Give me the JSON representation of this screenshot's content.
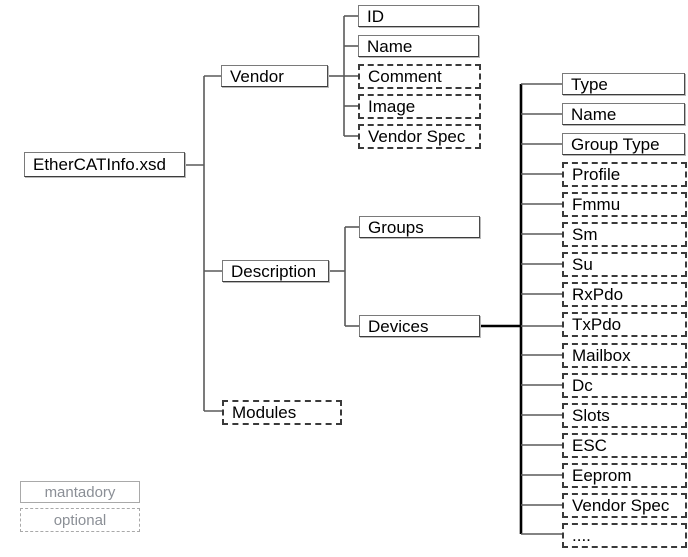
{
  "diagram": {
    "title_node": "EtherCATInfo.xsd",
    "root": {
      "label": "EtherCATInfo.xsd",
      "type": "mandatory"
    },
    "level1": [
      {
        "label": "Vendor",
        "type": "mandatory"
      },
      {
        "label": "Description",
        "type": "mandatory"
      },
      {
        "label": "Modules",
        "type": "optional"
      }
    ],
    "vendor_children": [
      {
        "label": "ID",
        "type": "mandatory"
      },
      {
        "label": "Name",
        "type": "mandatory"
      },
      {
        "label": "Comment",
        "type": "optional"
      },
      {
        "label": "Image",
        "type": "optional"
      },
      {
        "label": "Vendor Spec",
        "type": "optional"
      }
    ],
    "description_children": [
      {
        "label": "Groups",
        "type": "mandatory"
      },
      {
        "label": "Devices",
        "type": "mandatory"
      }
    ],
    "device_children": [
      {
        "label": "Type",
        "type": "mandatory"
      },
      {
        "label": "Name",
        "type": "mandatory"
      },
      {
        "label": "Group Type",
        "type": "mandatory"
      },
      {
        "label": "Profile",
        "type": "optional"
      },
      {
        "label": "Fmmu",
        "type": "optional"
      },
      {
        "label": "Sm",
        "type": "optional"
      },
      {
        "label": "Su",
        "type": "optional"
      },
      {
        "label": "RxPdo",
        "type": "optional"
      },
      {
        "label": "TxPdo",
        "type": "optional"
      },
      {
        "label": "Mailbox",
        "type": "optional"
      },
      {
        "label": "Dc",
        "type": "optional"
      },
      {
        "label": "Slots",
        "type": "optional"
      },
      {
        "label": "ESC",
        "type": "optional"
      },
      {
        "label": "Eeprom",
        "type": "optional"
      },
      {
        "label": "Vendor Spec",
        "type": "optional"
      },
      {
        "label": "....",
        "type": "optional"
      }
    ],
    "legend": [
      {
        "label": "mantadory",
        "type": "mandatory"
      },
      {
        "label": "optional",
        "type": "optional"
      }
    ],
    "colors": {
      "solid_border": "#7a7a7a",
      "dashed_border": "#3a3a3a",
      "legend_text": "#8b8f96",
      "wire": "#5a5a5a",
      "wire_strong": "#000000",
      "background": "#ffffff",
      "text": "#000000"
    }
  }
}
